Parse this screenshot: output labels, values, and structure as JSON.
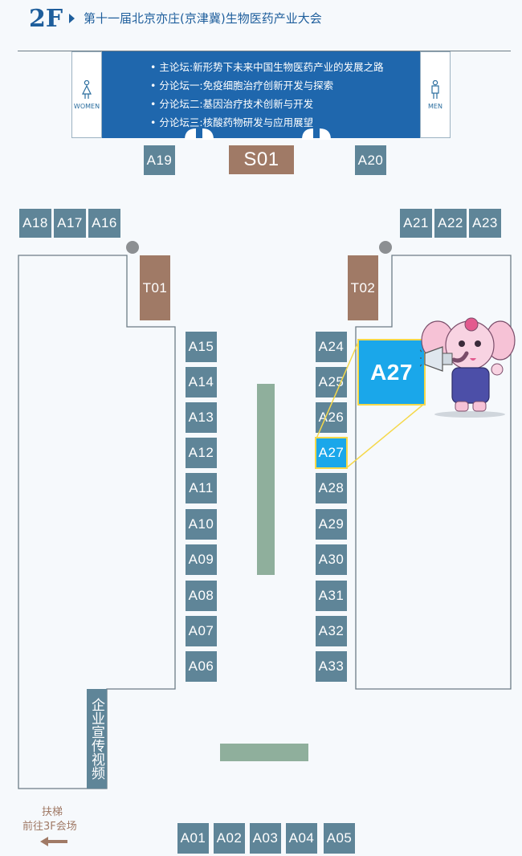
{
  "header": {
    "floor": "2F",
    "title": "第十一届北京亦庄(京津冀)生物医药产业大会"
  },
  "forum": {
    "items": [
      "主论坛:新形势下未来中国生物医药产业的发展之路",
      "分论坛一:免疫细胞治疗创新开发与探索",
      "分论坛二:基因治疗技术创新与开发",
      "分论坛三:核酸药物研发与应用展望"
    ],
    "women_label": "WOMEN",
    "men_label": "MEN"
  },
  "stage": {
    "s01": "S01",
    "t01": "T01",
    "t02": "T02"
  },
  "booths": {
    "a01": "A01",
    "a02": "A02",
    "a03": "A03",
    "a04": "A04",
    "a05": "A05",
    "a06": "A06",
    "a07": "A07",
    "a08": "A08",
    "a09": "A09",
    "a10": "A10",
    "a11": "A11",
    "a12": "A12",
    "a13": "A13",
    "a14": "A14",
    "a15": "A15",
    "a16": "A16",
    "a17": "A17",
    "a18": "A18",
    "a19": "A19",
    "a20": "A20",
    "a21": "A21",
    "a22": "A22",
    "a23": "A23",
    "a24": "A24",
    "a25": "A25",
    "a26": "A26",
    "a27": "A27",
    "a28": "A28",
    "a29": "A29",
    "a30": "A30",
    "a31": "A31",
    "a32": "A32",
    "a33": "A33"
  },
  "highlight": {
    "booth": "A27"
  },
  "video_wall": "企业宣传视频",
  "escalator": {
    "line1": "扶梯",
    "line2": "前往3F会场"
  },
  "colors": {
    "booth": "#5f8598",
    "highlight": "#1aa7ea",
    "stage": "#a07a66",
    "forum_bg": "#1f67ad",
    "accent": "#f5d84a"
  }
}
